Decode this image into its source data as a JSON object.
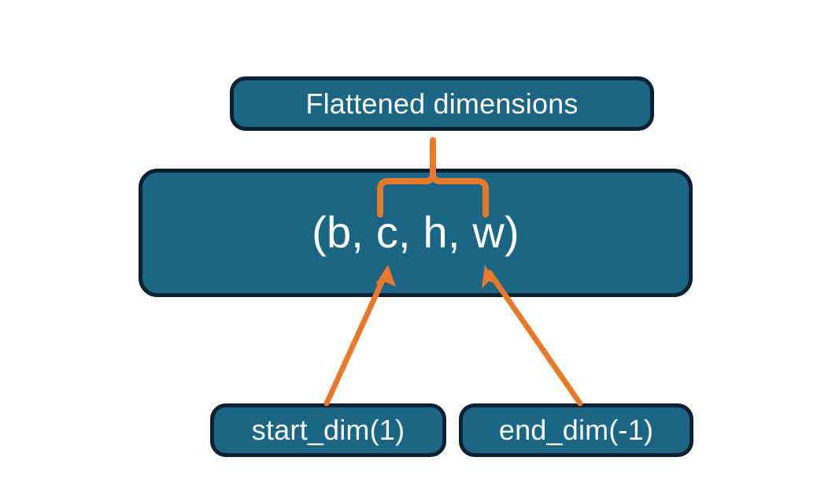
{
  "diagram": {
    "title": "Flatten dimensions diagram",
    "background_color": "#ffffff",
    "node_fill_color": "#1b6585",
    "node_border_color": "#0c2033",
    "node_text_color": "#ffffff",
    "accent_color": "#e8792b",
    "nodes": {
      "flattened": {
        "label": "Flattened dimensions"
      },
      "tuple": {
        "label": "(b, c, h, w)"
      },
      "start_dim": {
        "label": "start_dim(1)"
      },
      "end_dim": {
        "label": "end_dim(-1)"
      }
    },
    "connectors": {
      "brace": {
        "name": "curly-brace",
        "color": "#e8792b",
        "points_from": "tuple",
        "points_to": "flattened"
      },
      "arrow_start_dim": {
        "name": "arrow-start-dim",
        "color": "#e8792b",
        "points_from": "start_dim",
        "points_to": "tuple"
      },
      "arrow_end_dim": {
        "name": "arrow-end-dim",
        "color": "#e8792b",
        "points_from": "end_dim",
        "points_to": "tuple"
      }
    }
  }
}
